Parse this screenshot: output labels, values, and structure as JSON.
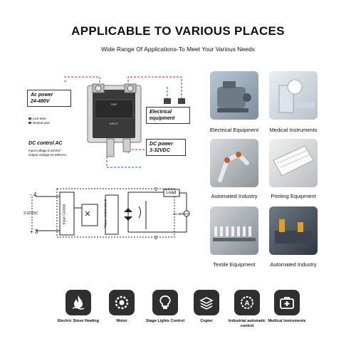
{
  "header": {
    "title": "APPLICABLE TO VARIOUS PLACES",
    "subtitle": "Wide Range Of Applications-To Meet Your Various Needs"
  },
  "wiring": {
    "ac_power_label": "Ac power",
    "ac_power_value": "24-480V",
    "legend_live": "Live Wire",
    "legend_neutral": "Neutral wire",
    "electrical_equipment": "Electrical equipment",
    "dc_power_label": "DC power",
    "dc_power_value": "3-32VDC",
    "dc_control_title": "DC control AC",
    "input_voltage": "Input voltage:3-32VDC",
    "output_voltage": "Output voltage:24-480VAC",
    "colors": {
      "live": "#d01c1c",
      "neutral": "#1e4fb3"
    }
  },
  "schematic": {
    "minus4": "- 4",
    "plus3": "+ 3",
    "dc_in": "3-32VDC",
    "input_control": "Input Control",
    "phase_control": "Phase control circuit",
    "load": "Load",
    "ac_out": "24-480VAC",
    "t1": "1",
    "t2": "2"
  },
  "applications": [
    {
      "label": "Electrical Equipment"
    },
    {
      "label": "Medical Instruments"
    },
    {
      "label": "Automated Industry"
    },
    {
      "label": "Printing Equipment"
    },
    {
      "label": "Textile Equipment"
    },
    {
      "label": "Automated Industry"
    }
  ],
  "icons": [
    {
      "icon": "flame-icon",
      "label": "Electric Stove Heating"
    },
    {
      "icon": "motor-icon",
      "label": "Motor"
    },
    {
      "icon": "bulb-icon",
      "label": "Stage Lights Control"
    },
    {
      "icon": "copier-icon",
      "label": "Copier"
    },
    {
      "icon": "automation-icon",
      "label": "Industrial automatic control"
    },
    {
      "icon": "medical-icon",
      "label": "Medical Instruments"
    }
  ]
}
